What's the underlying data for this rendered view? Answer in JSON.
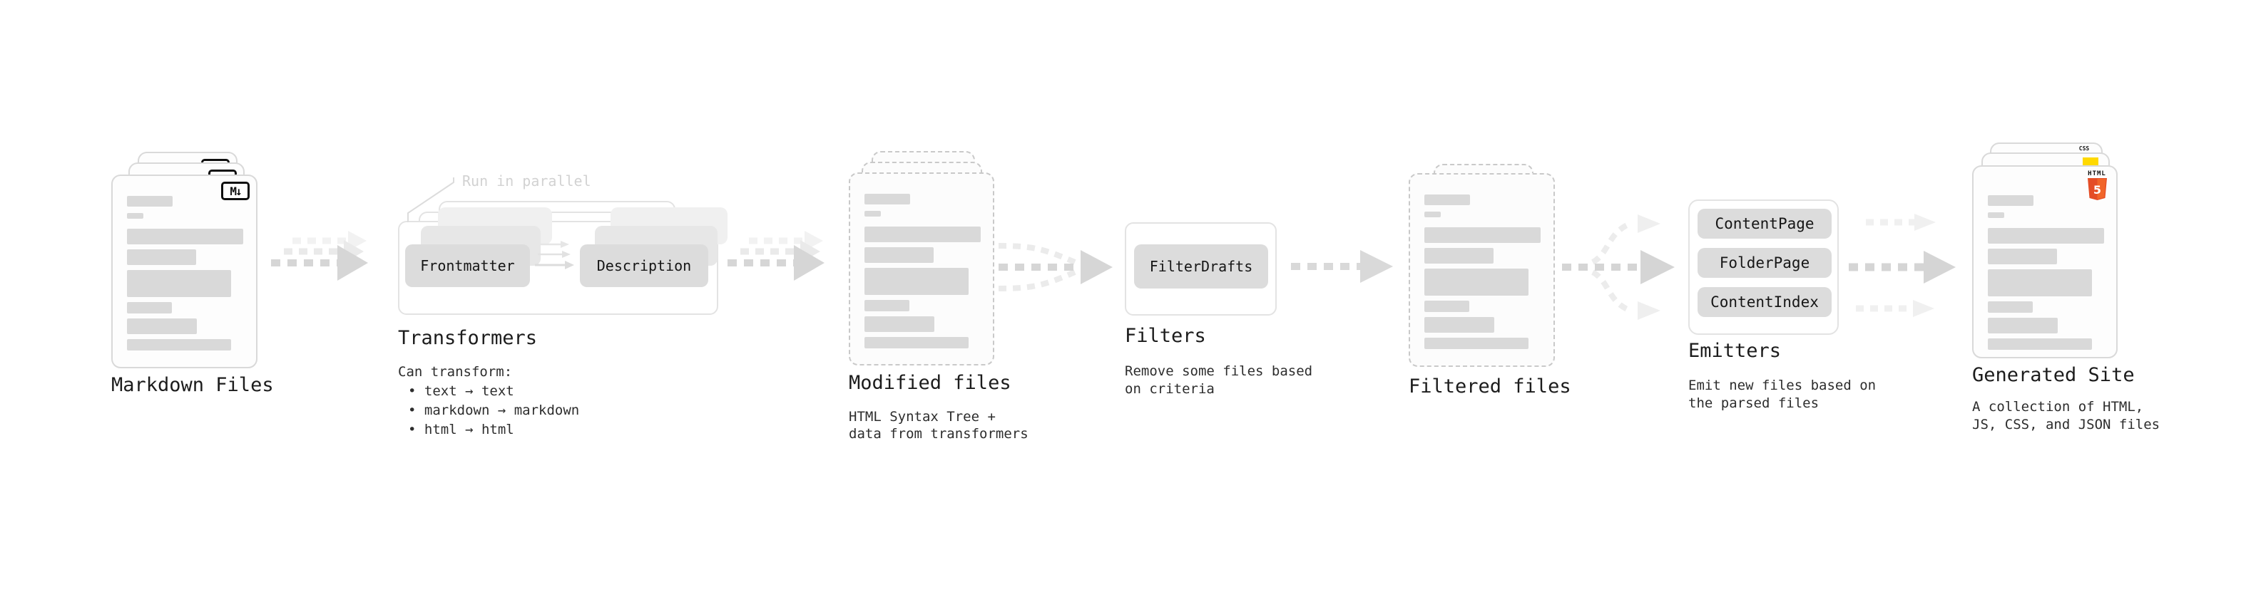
{
  "stages": {
    "markdown": {
      "title": "Markdown Files"
    },
    "transformers": {
      "title": "Transformers",
      "intro": "Can transform:",
      "bullets": [
        "• text → text",
        "• markdown → markdown",
        "• html → html"
      ],
      "annotation": "Run in parallel",
      "buttons": {
        "from": "Frontmatter",
        "to": "Description"
      }
    },
    "modified": {
      "title": "Modified files",
      "desc": [
        "HTML Syntax Tree +",
        "data from transformers"
      ]
    },
    "filters": {
      "title": "Filters",
      "desc": [
        "Remove some files based",
        "on criteria"
      ],
      "button": "FilterDrafts"
    },
    "filtered": {
      "title": "Filtered files"
    },
    "emitters": {
      "title": "Emitters",
      "desc": [
        "Emit new files based on",
        "the parsed files"
      ],
      "buttons": [
        "ContentPage",
        "FolderPage",
        "ContentIndex"
      ]
    },
    "generated": {
      "title": "Generated Site",
      "desc": [
        "A collection of HTML,",
        "JS, CSS, and JSON files"
      ]
    }
  },
  "badges": {
    "markdown": "M↓",
    "html5_text": "HTML",
    "html5_digit": "5",
    "css_text": "CSS"
  },
  "colors": {
    "html5_orange": "#e44d26",
    "html5_orange_light": "#f16529",
    "js_yellow": "#ffd900",
    "css_blue": "#2965f1",
    "skeleton": "#d9d9d9",
    "arrow": "#d6d6d6",
    "arrow_ghost": "#ececec"
  }
}
